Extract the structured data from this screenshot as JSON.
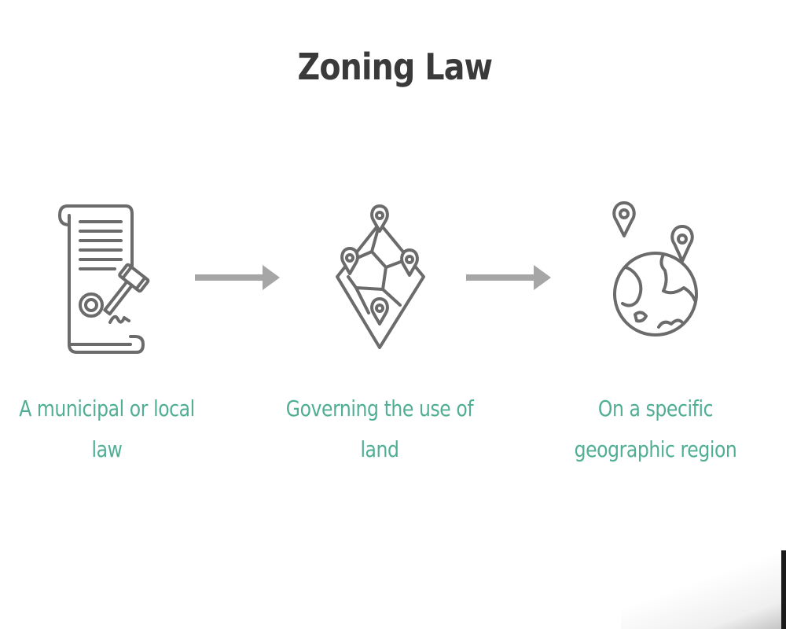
{
  "title": "Zoning Law",
  "steps": [
    {
      "label": "A municipal or local law",
      "icon": "legal-document-gavel-icon"
    },
    {
      "label": "Governing the use of land",
      "icon": "land-map-pins-icon"
    },
    {
      "label": "On a specific geographic region",
      "icon": "globe-pin-icon"
    }
  ],
  "colors": {
    "title": "#3a3a3a",
    "label": "#4fae93",
    "icon": "#6b6b6b",
    "arrow": "#a6a6a6"
  }
}
